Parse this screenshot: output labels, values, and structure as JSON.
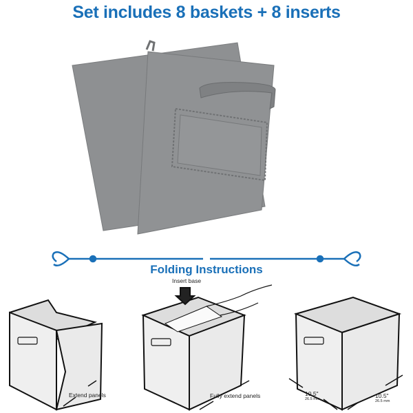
{
  "headline": "Set includes 8 baskets + 8 inserts",
  "section_title": "Folding Instructions",
  "colors": {
    "accent": "#1a70b8",
    "panel": "#8f9193",
    "box_fill": "#eeeeee"
  },
  "steps": [
    {
      "label": "Extend panels"
    },
    {
      "label": "Insert base",
      "label2": "Fully extend panels"
    },
    {
      "dim1": "10.5\"",
      "dim1_mm": "26.5 mm",
      "dim2": "10.5\"",
      "dim2_mm": "26.5 mm"
    }
  ]
}
